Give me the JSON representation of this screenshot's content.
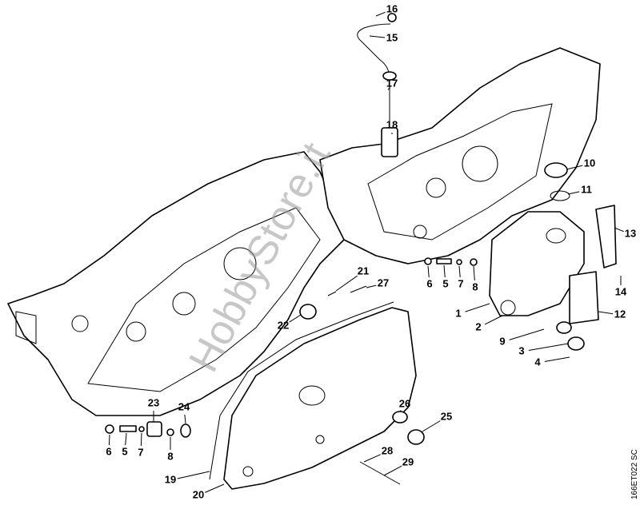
{
  "watermark": "HobbyStore.it",
  "drawing_code": "166ET022 SC",
  "callouts": [
    {
      "id": "16",
      "text": "16"
    },
    {
      "id": "15",
      "text": "15"
    },
    {
      "id": "17",
      "text": "17"
    },
    {
      "id": "18",
      "text": "18"
    },
    {
      "id": "10",
      "text": "10"
    },
    {
      "id": "11",
      "text": "11"
    },
    {
      "id": "13",
      "text": "13"
    },
    {
      "id": "14",
      "text": "14"
    },
    {
      "id": "12",
      "text": "12"
    },
    {
      "id": "1",
      "text": "1"
    },
    {
      "id": "2",
      "text": "2"
    },
    {
      "id": "9",
      "text": "9"
    },
    {
      "id": "3",
      "text": "3"
    },
    {
      "id": "4",
      "text": "4"
    },
    {
      "id": "6a",
      "text": "6"
    },
    {
      "id": "5a",
      "text": "5"
    },
    {
      "id": "7a",
      "text": "7"
    },
    {
      "id": "8a",
      "text": "8"
    },
    {
      "id": "21",
      "text": "21"
    },
    {
      "id": "27",
      "text": "27"
    },
    {
      "id": "22",
      "text": "22"
    },
    {
      "id": "23",
      "text": "23"
    },
    {
      "id": "24",
      "text": "24"
    },
    {
      "id": "6b",
      "text": "6"
    },
    {
      "id": "5b",
      "text": "5"
    },
    {
      "id": "7b",
      "text": "7"
    },
    {
      "id": "8b",
      "text": "8"
    },
    {
      "id": "26",
      "text": "26"
    },
    {
      "id": "25",
      "text": "25"
    },
    {
      "id": "28",
      "text": "28"
    },
    {
      "id": "29",
      "text": "29"
    },
    {
      "id": "19",
      "text": "19"
    },
    {
      "id": "20",
      "text": "20"
    }
  ]
}
